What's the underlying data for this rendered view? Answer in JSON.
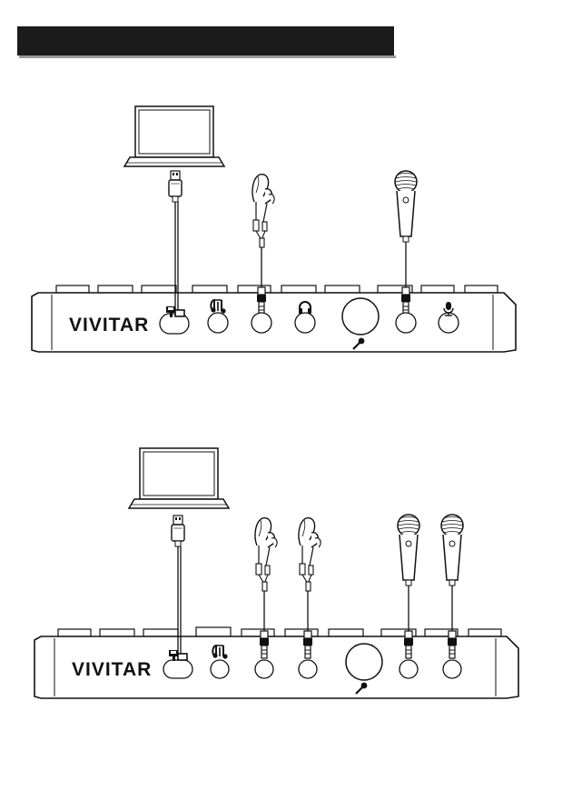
{
  "header": {
    "title": "",
    "color": "#1b1b1b"
  },
  "colors": {
    "line": "#111111",
    "fill": "#ffffff",
    "accent": "#1b1b1b"
  },
  "panels": [
    {
      "name": "setup-single",
      "brand": "VIVITAR",
      "devices": [
        "laptop",
        "usb-cable",
        "earphones",
        "microphone"
      ],
      "jacks": [
        "usb-port-icon",
        "music-icon",
        "headphone-out",
        "headphone-icon",
        "mic-in",
        "mic-icon"
      ],
      "headphones_connected": 1,
      "microphones_connected": 1
    },
    {
      "name": "setup-dual",
      "brand": "VIVITAR",
      "devices": [
        "laptop",
        "usb-cable",
        "earphones",
        "earphones",
        "microphone",
        "microphone"
      ],
      "jacks": [
        "usb-port-icon",
        "music-icon",
        "headphone-out-1",
        "headphone-out-2",
        "mic-in-1",
        "mic-in-2"
      ],
      "headphones_connected": 2,
      "microphones_connected": 2
    }
  ]
}
